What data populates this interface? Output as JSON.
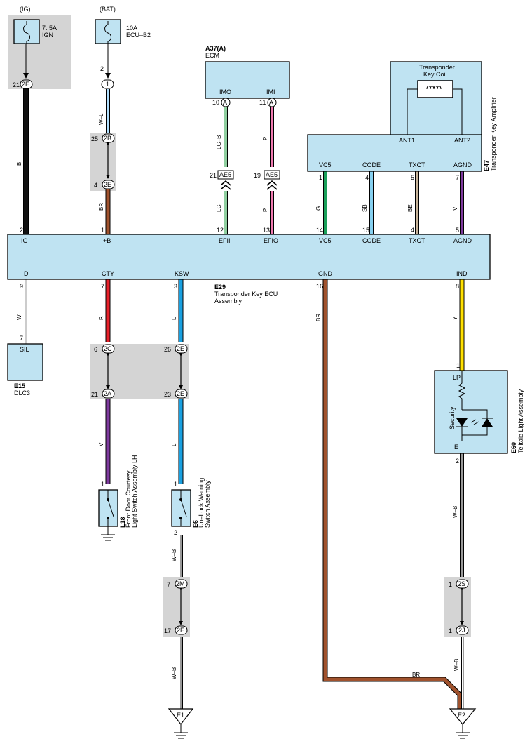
{
  "power": {
    "ig": {
      "source": "(IG)",
      "rating": "7. 5A",
      "name": "IGN"
    },
    "bat": {
      "source": "(BAT)",
      "rating": "10A",
      "name": "ECU–B2"
    }
  },
  "ecm": {
    "code": "A37(A)",
    "name": "ECM",
    "imo": "IMO",
    "imi": "IMI",
    "pin_imo": "10",
    "pin_imi": "11",
    "conn_letter": "A"
  },
  "amplifier": {
    "code": "E47",
    "name": "Transponder Key Amplifier",
    "coil_line1": "Transponder",
    "coil_line2": "Key Coil",
    "ant1": "ANT1",
    "ant2": "ANT2",
    "vc5": "VC5",
    "code_term": "CODE",
    "txct": "TXCT",
    "agnd": "AGND",
    "pins": [
      "1",
      "4",
      "5",
      "7"
    ]
  },
  "ecu": {
    "code": "E29",
    "name_line1": "Transponder Key ECU",
    "name_line2": "Assembly",
    "top_terms": [
      "IG",
      "+B",
      "EFII",
      "EFIO",
      "VC5",
      "CODE",
      "TXCT",
      "AGND"
    ],
    "top_pins": [
      "2",
      "1",
      "12",
      "13",
      "14",
      "15",
      "4",
      "5"
    ],
    "bottom_terms": [
      "D",
      "CTY",
      "KSW",
      "GND",
      "IND"
    ],
    "bottom_pins": [
      "9",
      "7",
      "3",
      "16",
      "8"
    ]
  },
  "dlc": {
    "code": "E15",
    "name": "DLC3",
    "term": "SIL",
    "pin": "7"
  },
  "courtesy": {
    "code": "L18",
    "line1": "Front Door Courtesy",
    "line2": "Light Switch Assembly LH",
    "pin": "1"
  },
  "unlock": {
    "code": "E6",
    "line1": "Un–Lock Warning",
    "line2": "Switch Assembly",
    "pin1": "1",
    "pin2": "2"
  },
  "telltale": {
    "code": "E60",
    "name": "Telltale Light Assembly",
    "lp": "LP",
    "e": "E",
    "security": "Security",
    "pin1": "1",
    "pin2": "2"
  },
  "wire_colors": {
    "B": "#111111",
    "W-L": "#bfe6ff",
    "BR": "#a0522d",
    "LG-B": "#8fcf9f",
    "LG": "#8fcf9f",
    "P": "#f07ab0",
    "G": "#1aa05a",
    "SB": "#86d0f0",
    "BE": "#c8b49a",
    "V": "#7e3a9e",
    "W": "#ffffff",
    "R": "#e8202a",
    "L": "#1aa0e0",
    "Y": "#ffe000",
    "W-B": "#ffffff"
  },
  "wire_labels": {
    "b": "B",
    "wl": "W–L",
    "br1": "BR",
    "lgb": "LG–B",
    "lg": "LG",
    "p1": "P",
    "p2": "P",
    "g": "G",
    "sb": "SB",
    "be": "BE",
    "v1": "V",
    "w": "W",
    "r": "R",
    "l1": "L",
    "l2": "L",
    "v2": "V",
    "wb1": "W–B",
    "wb2": "W–B",
    "br2": "BR",
    "br3": "BR",
    "y": "Y",
    "wb3": "W–B",
    "wb4": "W–B"
  },
  "connectors": {
    "c21_2e": {
      "pin": "21",
      "id": "2E"
    },
    "c2_1": {
      "pin": "2",
      "id": "1"
    },
    "c25_2b": {
      "pin": "25",
      "id": "2B"
    },
    "c4_2e": {
      "pin": "4",
      "id": "2E"
    },
    "c21_ae5": {
      "pin": "21",
      "id": "AE5"
    },
    "c19_ae5": {
      "pin": "19",
      "id": "AE5"
    },
    "c6_2c": {
      "pin": "6",
      "id": "2C"
    },
    "c21_2a": {
      "pin": "21",
      "id": "2A"
    },
    "c26_2e": {
      "pin": "26",
      "id": "2E"
    },
    "c23_2e": {
      "pin": "23",
      "id": "2E"
    },
    "c7_2m": {
      "pin": "7",
      "id": "2M"
    },
    "c17_2e": {
      "pin": "17",
      "id": "2E"
    },
    "c1_2s": {
      "pin": "1",
      "id": "2S"
    },
    "c1_2j": {
      "pin": "1",
      "id": "2J"
    }
  },
  "grounds": {
    "e1": "E1",
    "e2": "E2"
  }
}
